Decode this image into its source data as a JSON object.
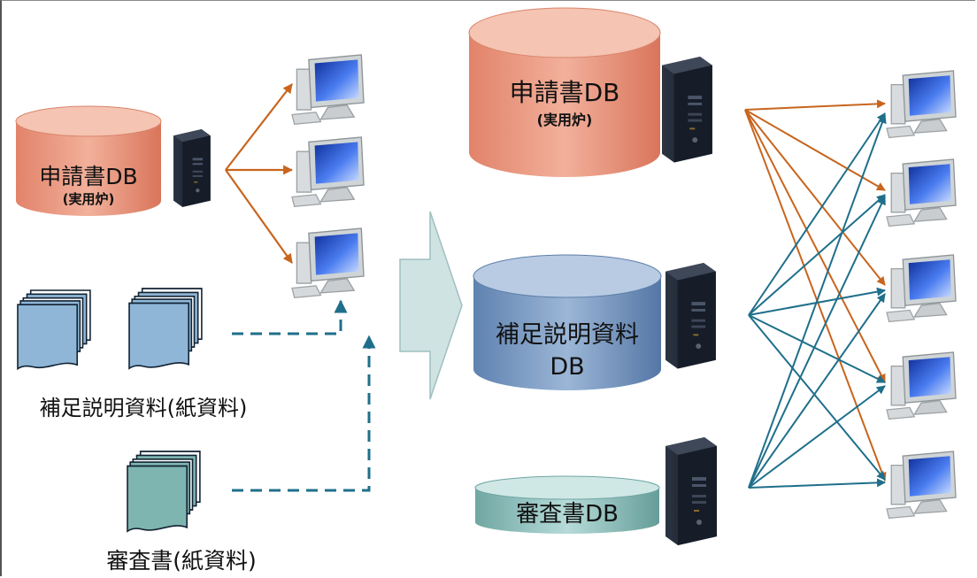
{
  "left": {
    "db_title": "申請書DB",
    "db_sub": "(実用炉)",
    "docs_label": "補足説明資料(紙資料)",
    "review_label": "審査書(紙資料)"
  },
  "right": {
    "app_db_title": "申請書DB",
    "app_db_sub": "(実用炉)",
    "supp_db_line1": "補足説明資料",
    "supp_db_line2": "DB",
    "review_db_title": "審査書DB"
  },
  "colors": {
    "orange_db": "#e8937a",
    "orange_arrow": "#c8651e",
    "blue_db": "#6f92bf",
    "teal_db": "#8fc0bd",
    "teal_arrow": "#1f6f8b",
    "doc_blue": "#8fb6d6",
    "doc_teal": "#7fb5b0",
    "transition_arrow": "#cfe3e2"
  }
}
